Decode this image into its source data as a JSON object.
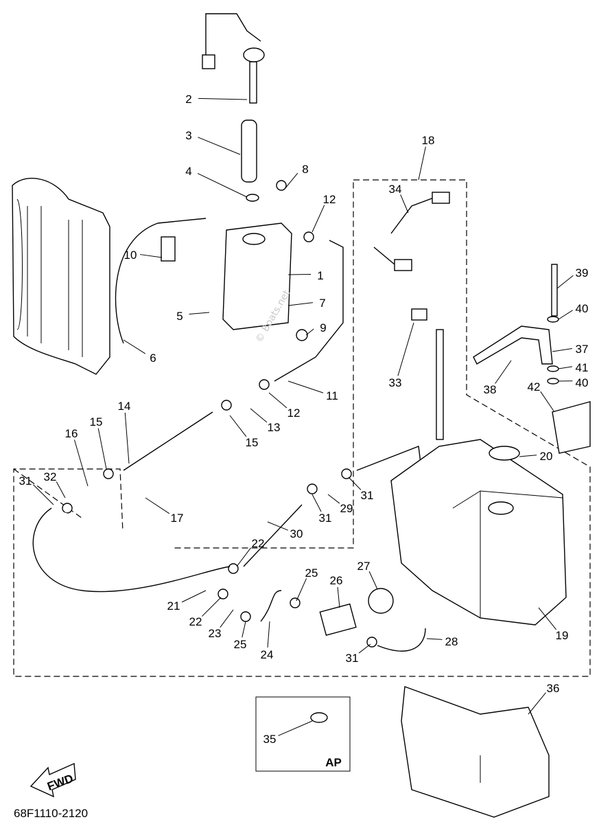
{
  "diagram": {
    "drawing_code": "68F1110-2120",
    "direction_arrow": "FWD",
    "inset_label": "AP",
    "watermark": "© Boats.net",
    "callouts": [
      "2",
      "3",
      "4",
      "8",
      "12",
      "10",
      "1",
      "7",
      "5",
      "9",
      "6",
      "11",
      "12",
      "13",
      "15",
      "14",
      "15",
      "16",
      "17",
      "31",
      "32",
      "31",
      "29",
      "31",
      "30",
      "18",
      "34",
      "33",
      "39",
      "40",
      "37",
      "41",
      "40",
      "38",
      "42",
      "20",
      "19",
      "22",
      "25",
      "26",
      "27",
      "21",
      "22",
      "23",
      "25",
      "24",
      "31",
      "28",
      "36",
      "35"
    ]
  }
}
